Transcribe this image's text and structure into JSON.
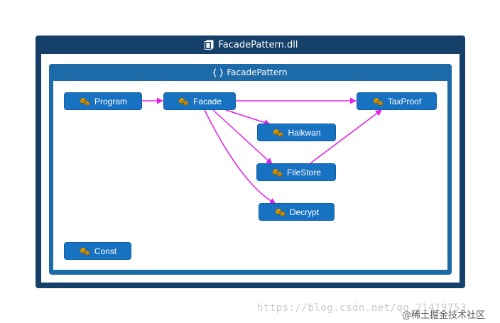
{
  "assembly": {
    "title": "FacadePattern.dll",
    "icon": "dll-assembly-icon"
  },
  "namespace": {
    "title": "FacadePattern",
    "icon": "namespace-braces-icon"
  },
  "nodes": {
    "program": {
      "label": "Program",
      "icon": "class-icon"
    },
    "facade": {
      "label": "Facade",
      "icon": "class-icon"
    },
    "taxproof": {
      "label": "TaxProof",
      "icon": "class-icon"
    },
    "haikwan": {
      "label": "Haikwan",
      "icon": "class-icon"
    },
    "filestore": {
      "label": "FileStore",
      "icon": "class-icon"
    },
    "decrypt": {
      "label": "Decrypt",
      "icon": "class-icon"
    },
    "const": {
      "label": "Const",
      "icon": "class-icon"
    }
  },
  "edges": [
    {
      "from": "Program",
      "to": "Facade"
    },
    {
      "from": "Facade",
      "to": "TaxProof"
    },
    {
      "from": "Facade",
      "to": "Haikwan"
    },
    {
      "from": "Facade",
      "to": "FileStore"
    },
    {
      "from": "Facade",
      "to": "Decrypt"
    },
    {
      "from": "FileStore",
      "to": "TaxProof"
    }
  ],
  "colors": {
    "assembly_frame": "#14406a",
    "namespace_frame": "#1d6aa8",
    "node_fill": "#1872c2",
    "edge": "#e81ee8"
  },
  "watermark": {
    "url": "https://blog.csdn.net/qq_21419753",
    "site": "@稀土掘金技术社区"
  }
}
